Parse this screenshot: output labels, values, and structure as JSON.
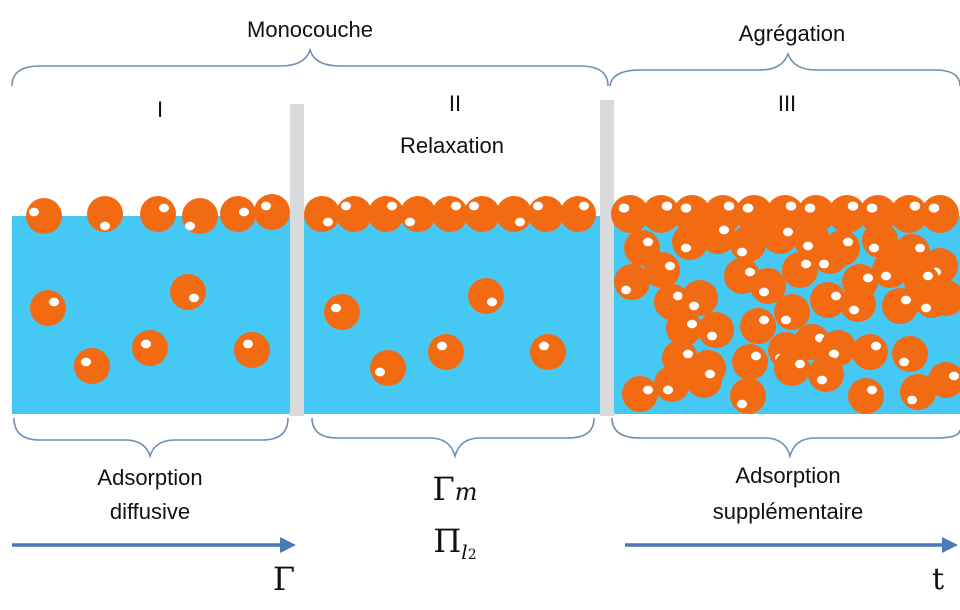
{
  "labels": {
    "monolayer": "Monocouche",
    "aggregation": "Agrégation",
    "region_1": "I",
    "region_2": "II",
    "region_3": "III",
    "relaxation": "Relaxation",
    "adsorption_diffusive_line1": "Adsorption",
    "adsorption_diffusive_line2": "diffusive",
    "adsorption_supp_line1": "Adsorption",
    "adsorption_supp_line2": "supplémentaire",
    "gamma_symbol": "Γ",
    "gamma_m_base": "Γ",
    "gamma_m_sub": "m",
    "pi_base": "Π",
    "pi_sub": "l",
    "pi_subsub": "2",
    "time_symbol": "t"
  },
  "colors": {
    "water": "#46c8f5",
    "particle": "#f26a12",
    "highlight": "#ffffff",
    "brace": "#6f8fb3",
    "arrow": "#4a79b7",
    "divider": "#d4d6d8"
  }
}
